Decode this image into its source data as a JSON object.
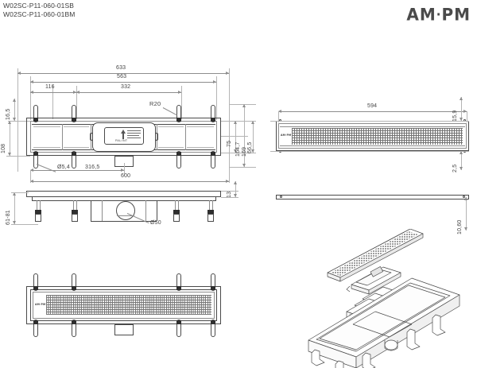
{
  "header": {
    "part_numbers": [
      "W02SC-P11-060-01SB",
      "W02SC-P11-060-01BM"
    ],
    "brand": "AM",
    "brand_dot": "·",
    "brand_2": "PM"
  },
  "views": {
    "top_plan": {
      "name": "top-plan-view",
      "dimensions": {
        "overall_width": "633",
        "mount_span": "563",
        "first_hole": "116",
        "mid_span": "332",
        "radius": "R20",
        "hole_dia": "Ø5,4",
        "half_length": "316,5",
        "body_length": "600",
        "edge_offset": "16,5",
        "body_depth": "108",
        "outlet_offset": "75",
        "depth_164": "164,7",
        "depth_169": "169",
        "depth_66": "66,5"
      },
      "label_sticker_text": "PAL/INT"
    },
    "front_section": {
      "name": "front-section-view",
      "dimensions": {
        "height_range": "61-81",
        "flange_thickness": "13",
        "outlet_dia": "Ø50"
      }
    },
    "grate_top": {
      "name": "grate-top-view",
      "dimensions": {
        "grate_length": "594",
        "grate_width": "15,9",
        "grate_edge": "2,5"
      },
      "logo": "AM·PM"
    },
    "grate_side": {
      "name": "grate-side-view",
      "dimensions": {
        "side_height": "10,60"
      }
    },
    "assembled_plan": {
      "name": "assembled-plan-view",
      "logo": "AM·PM"
    },
    "isometric": {
      "name": "exploded-isometric-view",
      "parts": [
        "grate",
        "cover-plate",
        "siphon-insert",
        "channel-body",
        "leg-brackets"
      ]
    }
  },
  "colors": {
    "line": "#4a4a4a",
    "thin_line": "#8d8d8d",
    "background": "#ffffff",
    "text": "#3d3d3d"
  }
}
